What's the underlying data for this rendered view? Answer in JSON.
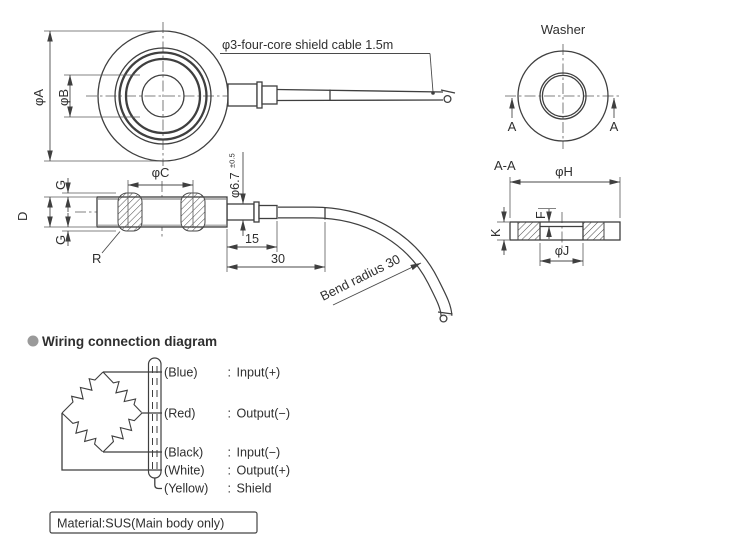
{
  "drawing": {
    "top_view": {
      "dim_phi_a": "φA",
      "dim_phi_b": "φB",
      "cable_note": "φ3-four-core shield cable 1.5m"
    },
    "side_view": {
      "dim_phi_c": "φC",
      "dim_g_top": "G",
      "dim_d": "D",
      "dim_g_bottom": "G",
      "radius_label": "R",
      "dim_phi_67": "φ6.7",
      "dim_phi_67_tol": "±0.5",
      "dim_15": "15",
      "dim_30": "30",
      "bend_note": "Bend radius 30"
    },
    "washer_view": {
      "title": "Washer",
      "section_arrow_left": "A",
      "section_arrow_right": "A"
    },
    "section_view": {
      "title": "A-A",
      "dim_phi_h": "φH",
      "dim_k": "K",
      "dim_f": "F",
      "dim_phi_j": "φJ"
    }
  },
  "wiring": {
    "title": "Wiring connection diagram",
    "rows": [
      {
        "color": "(Blue)",
        "colon": ":",
        "signal": "Input(+)"
      },
      {
        "color": "(Red)",
        "colon": ":",
        "signal": "Output(−)"
      },
      {
        "color": "(Black)",
        "colon": ":",
        "signal": "Input(−)"
      },
      {
        "color": "(White)",
        "colon": ":",
        "signal": "Output(+)"
      },
      {
        "color": "(Yellow)",
        "colon": ":",
        "signal": "Shield"
      }
    ]
  },
  "material_note": "Material:SUS(Main body only)",
  "colors": {
    "line": "#3f3f3f",
    "bullet": "#9a9a9a",
    "background": "#ffffff"
  }
}
